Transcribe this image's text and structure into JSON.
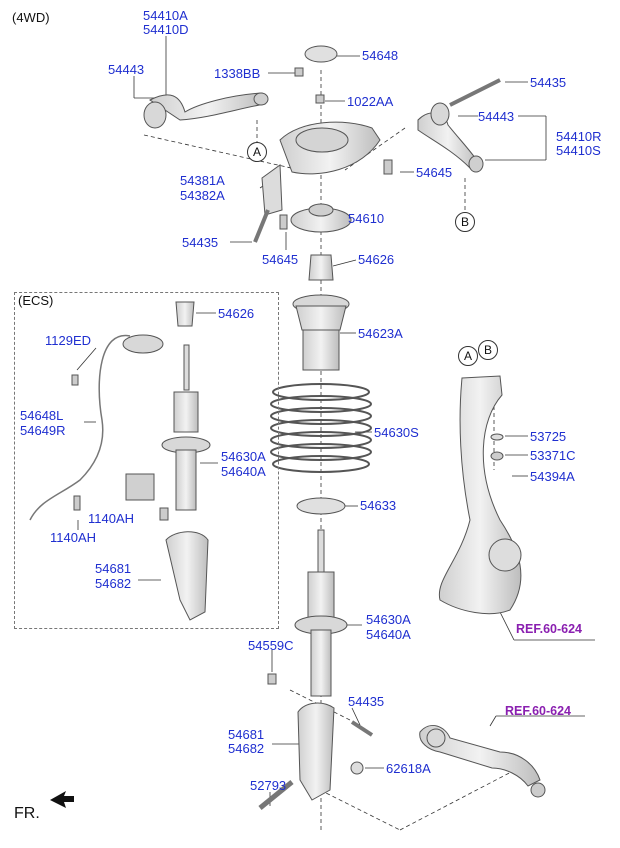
{
  "header": {
    "variant": "(4WD)",
    "ecs_box": "(ECS)"
  },
  "labels": {
    "p54410A_D": [
      "54410A",
      "54410D"
    ],
    "p54443_left": "54443",
    "p1338BB": "1338BB",
    "p54648": "54648",
    "p1022AA": "1022AA",
    "p54435_top": "54435",
    "p54443_right": "54443",
    "p54410R_S": [
      "54410R",
      "54410S"
    ],
    "p54645_right": "54645",
    "p54381A": [
      "54381A",
      "54382A"
    ],
    "p54610": "54610",
    "p54435_left": "54435",
    "p54645_mid": "54645",
    "p54626_top": "54626",
    "p54626_ecs": "54626",
    "p54623A": "54623A",
    "p1129ED": "1129ED",
    "p54648L": [
      "54648L",
      "54649R"
    ],
    "p54630S": "54630S",
    "p54630A_ecs": [
      "54630A",
      "54640A"
    ],
    "p53725": "53725",
    "p53371C": "53371C",
    "p54394A": "54394A",
    "p1140AH_a": "1140AH",
    "p1140AH_b": "1140AH",
    "p54633": "54633",
    "p54681_ecs": [
      "54681",
      "54682"
    ],
    "p54630A_main": [
      "54630A",
      "54640A"
    ],
    "ref_knuckle": "REF.60-624",
    "p54559C": "54559C",
    "p54435_bottom": "54435",
    "p54681_main": [
      "54681",
      "54682"
    ],
    "ref_arm": "REF.60-624",
    "p52793": "52793",
    "p62618A": "62618A",
    "fr": "FR."
  },
  "callouts": {
    "a": "A",
    "b": "B"
  },
  "colors": {
    "label": "#1f2fd0",
    "ref": "#8a1fb0",
    "line": "#333333",
    "part_fill": "#e6e6e6",
    "part_stroke": "#555555"
  }
}
